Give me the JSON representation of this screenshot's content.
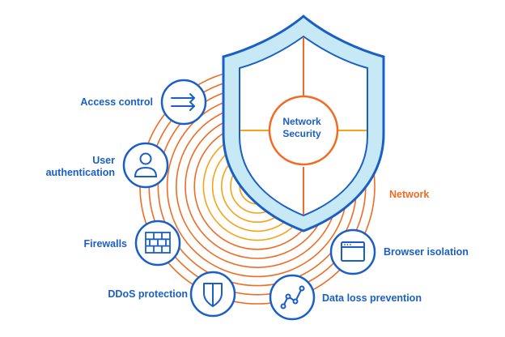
{
  "center": {
    "line1": "Network",
    "line2": "Security"
  },
  "network_label": "Network",
  "features": [
    {
      "label": "Access control",
      "icon": "arrows-icon"
    },
    {
      "label_line1": "User",
      "label_line2": "authentication",
      "icon": "user-icon"
    },
    {
      "label": "Firewalls",
      "icon": "brick-wall-icon"
    },
    {
      "label": "DDoS protection",
      "icon": "shield-icon"
    },
    {
      "label": "Data loss prevention",
      "icon": "line-chart-icon"
    },
    {
      "label": "Browser isolation",
      "icon": "browser-window-icon"
    }
  ],
  "colors": {
    "blue": "#1a5fc7",
    "orange": "#f26b22",
    "gold": "#f6a317",
    "shield_fill": "#c6e9f5"
  }
}
